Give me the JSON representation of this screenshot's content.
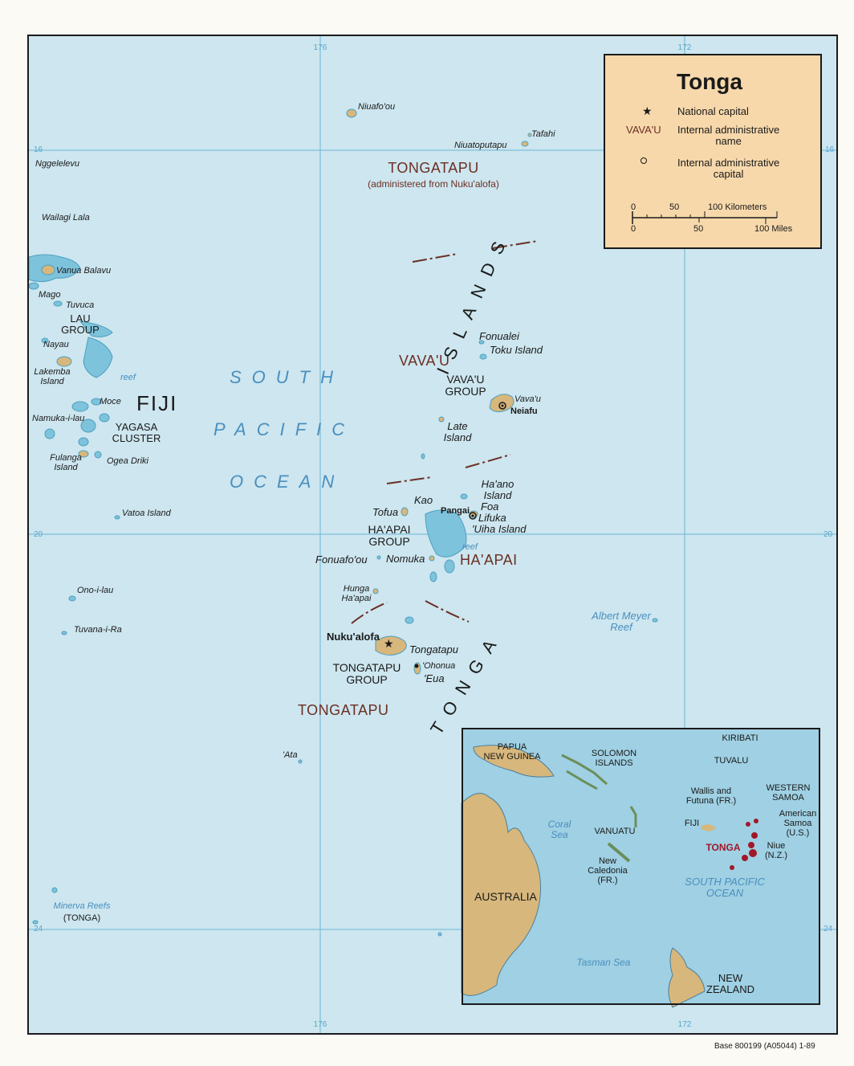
{
  "map": {
    "grid_labels": {
      "top_176": "176",
      "top_172": "172",
      "bottom_176": "176",
      "bottom_172": "172",
      "left_16": "16",
      "right_16": "16",
      "left_20": "20",
      "right_20": "20",
      "left_24": "24",
      "right_24": "24"
    },
    "places": {
      "niuafoou": "Niuafo'ou",
      "tafahi": "Tafahi",
      "niuatoputapu": "Niuatoputapu",
      "tongatapu_admin": "TONGATAPU",
      "admin_note": "(administered from Nuku'alofa)",
      "nggelelevu": "Nggelelevu",
      "wailagi_lala": "Wailagi Lala",
      "vanua_balavu": "Vanua Balavu",
      "mago": "Mago",
      "tuvuca": "Tuvuca",
      "lau_group": "LAU\nGROUP",
      "nayau": "Nayau",
      "lakemba": "Lakemba\nIsland",
      "reef_fiji": "reef",
      "moce": "Moce",
      "fiji": "FIJI",
      "namuka": "Namuka-i-lau",
      "yagasa": "YAGASA\nCLUSTER",
      "fulanga": "Fulanga\nIsland",
      "ogea": "Ogea Driki",
      "vatoa": "Vatoa Island",
      "ono": "Ono-i-lau",
      "tuvana": "Tuvana-i-Ra",
      "minerva": "Minerva Reefs",
      "minerva_tonga": "(TONGA)",
      "south": "SOUTH",
      "pacific": "PACIFIC",
      "ocean": "OCEAN",
      "fonualei": "Fonualei",
      "toku": "Toku Island",
      "vavau_admin": "VAVA'U",
      "vavau_group": "VAVA'U\nGROUP",
      "vavau": "Vava'u",
      "neiafu": "Neiafu",
      "late": "Late\nIsland",
      "haano": "Ha'ano\nIsland",
      "kao": "Kao",
      "foa": "Foa",
      "tofua": "Tofua",
      "pangai": "Pangai",
      "lifuka": "Lifuka",
      "uiha": "'Uiha Island",
      "haapai_group": "HA'APAI\nGROUP",
      "reef_tonga": "reef",
      "fonuafoou": "Fonuafo'ou",
      "nomuka": "Nomuka",
      "haapai_admin": "HA'APAI",
      "hunga": "Hunga\nHa'apai",
      "nukualofa": "Nuku'alofa",
      "tongatapu": "Tongatapu",
      "ohonua": "'Ohonua",
      "eua": "'Eua",
      "tongatapu_group": "TONGATAPU\nGROUP",
      "tongatapu_admin2": "TONGATAPU",
      "ata": "'Ata",
      "albert_meyer": "Albert Meyer\nReef",
      "tonga_islands_1": "ISLANDS",
      "tonga_islands_2": "TONGA"
    },
    "credit": "Base 800199 (A05044) 1-89"
  },
  "legend": {
    "title": "Tonga",
    "capital_label": "National capital",
    "admin_sample": "VAVA'U",
    "admin_label": "Internal administrative\nname",
    "admin_capital_label": "Internal administrative\ncapital",
    "scale_km_0": "0",
    "scale_km_50": "50",
    "scale_km_100": "100 Kilometers",
    "scale_mi_0": "0",
    "scale_mi_50": "50",
    "scale_mi_100": "100 Miles"
  },
  "inset": {
    "papua": "PAPUA\nNEW GUINEA",
    "solomon": "SOLOMON\nISLANDS",
    "kiribati": "KIRIBATI",
    "tuvalu": "TUVALU",
    "wallis": "Wallis and\nFutuna (FR.)",
    "western_samoa": "WESTERN\nSAMOA",
    "american_samoa": "American\nSamoa\n(U.S.)",
    "coral_sea": "Coral\nSea",
    "vanuatu": "VANUATU",
    "fiji": "FIJI",
    "tonga": "TONGA",
    "niue": "Niue\n(N.Z.)",
    "new_caledonia": "New\nCaledonia\n(FR.)",
    "south_pacific": "SOUTH PACIFIC\nOCEAN",
    "australia": "AUSTRALIA",
    "tasman": "Tasman Sea",
    "new_zealand": "NEW\nZEALAND"
  },
  "colors": {
    "sea": "#cde6ef",
    "land": "#d7b77c",
    "reef": "#7ec3dc",
    "grid": "#6cb6d6",
    "admin_text": "#6b2f24",
    "water_text": "#4a8fbf",
    "legend_bg": "#f7d8ab",
    "tonga_highlight": "#a0182a"
  }
}
